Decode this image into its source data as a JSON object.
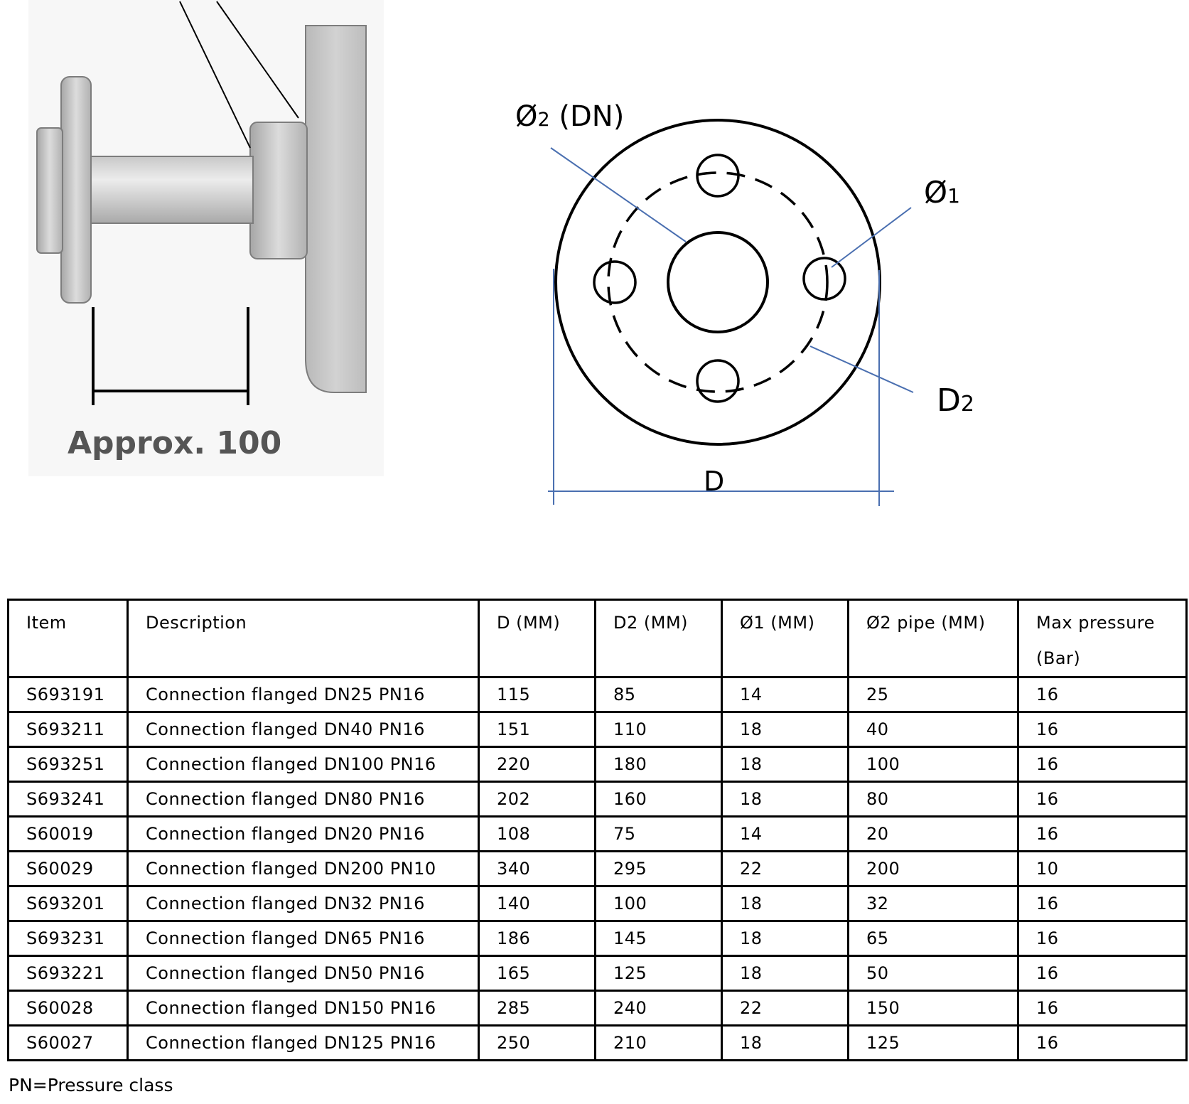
{
  "side_view": {
    "dimension_label": "Approx. 100"
  },
  "flange_diagram": {
    "label_phi2_symbol": "Ø",
    "label_phi2_sub": "2",
    "label_phi2_suffix": " (DN)",
    "label_phi1_symbol": "Ø",
    "label_phi1_sub": "1",
    "label_d2_main": "D",
    "label_d2_sub": "2",
    "label_d": "D"
  },
  "table": {
    "headers": [
      "Item",
      "Description",
      "D (MM)",
      "D2 (MM)",
      "Ø1 (MM)",
      "Ø2 pipe (MM)",
      "Max pressure (Bar)"
    ],
    "rows": [
      [
        "S693191",
        "Connection flanged DN25 PN16",
        "115",
        "85",
        "14",
        "25",
        "16"
      ],
      [
        "S693211",
        "Connection flanged DN40 PN16",
        "151",
        "110",
        "18",
        "40",
        "16"
      ],
      [
        "S693251",
        "Connection flanged DN100 PN16",
        "220",
        "180",
        "18",
        "100",
        "16"
      ],
      [
        "S693241",
        "Connection flanged DN80 PN16",
        "202",
        "160",
        "18",
        "80",
        "16"
      ],
      [
        "S60019",
        "Connection flanged DN20 PN16",
        "108",
        "75",
        "14",
        "20",
        "16"
      ],
      [
        "S60029",
        "Connection flanged DN200 PN10",
        "340",
        "295",
        "22",
        "200",
        "10"
      ],
      [
        "S693201",
        "Connection flanged DN32 PN16",
        "140",
        "100",
        "18",
        "32",
        "16"
      ],
      [
        "S693231",
        "Connection flanged DN65 PN16",
        "186",
        "145",
        "18",
        "65",
        "16"
      ],
      [
        "S693221",
        "Connection flanged DN50 PN16",
        "165",
        "125",
        "18",
        "50",
        "16"
      ],
      [
        "S60028",
        "Connection flanged DN150 PN16",
        "285",
        "240",
        "22",
        "150",
        "16"
      ],
      [
        "S60027",
        "Connection flanged DN125 PN16",
        "250",
        "210",
        "18",
        "125",
        "16"
      ]
    ]
  },
  "footnote": "PN=Pressure class"
}
